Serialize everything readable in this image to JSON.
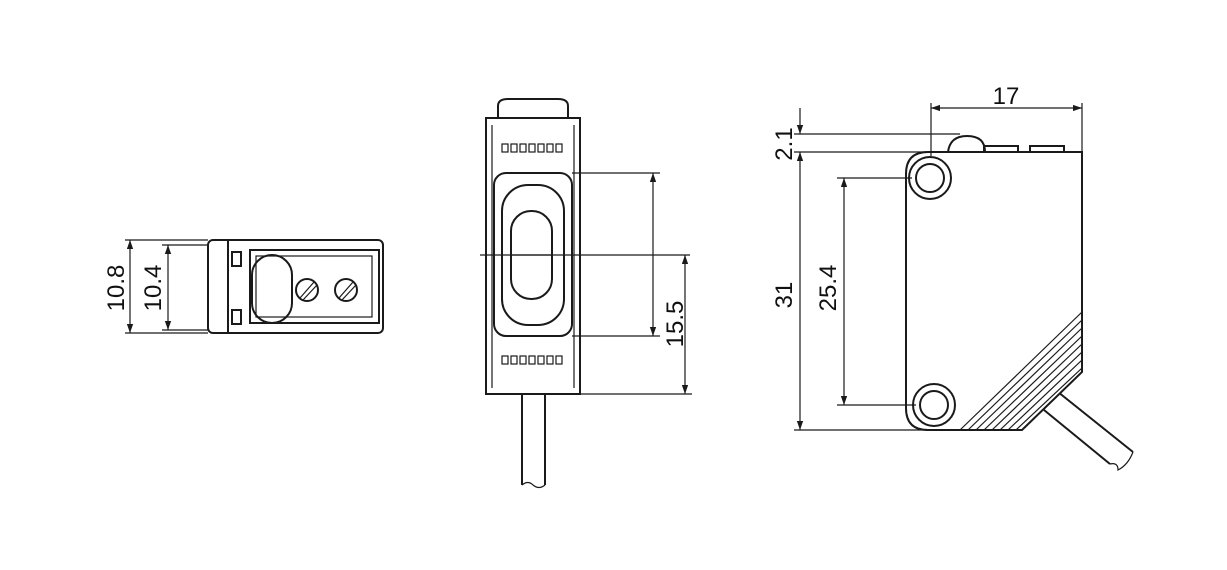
{
  "dimensions": {
    "left_outer_height": "10.8",
    "left_inner_height": "10.4",
    "middle_window_height": "15.5",
    "right_top_width": "17",
    "right_top_offset": "2.1",
    "right_overall_height": "31",
    "right_hole_spacing": "25.4"
  },
  "colors": {
    "line": "#1a1a1a",
    "background": "#ffffff"
  }
}
